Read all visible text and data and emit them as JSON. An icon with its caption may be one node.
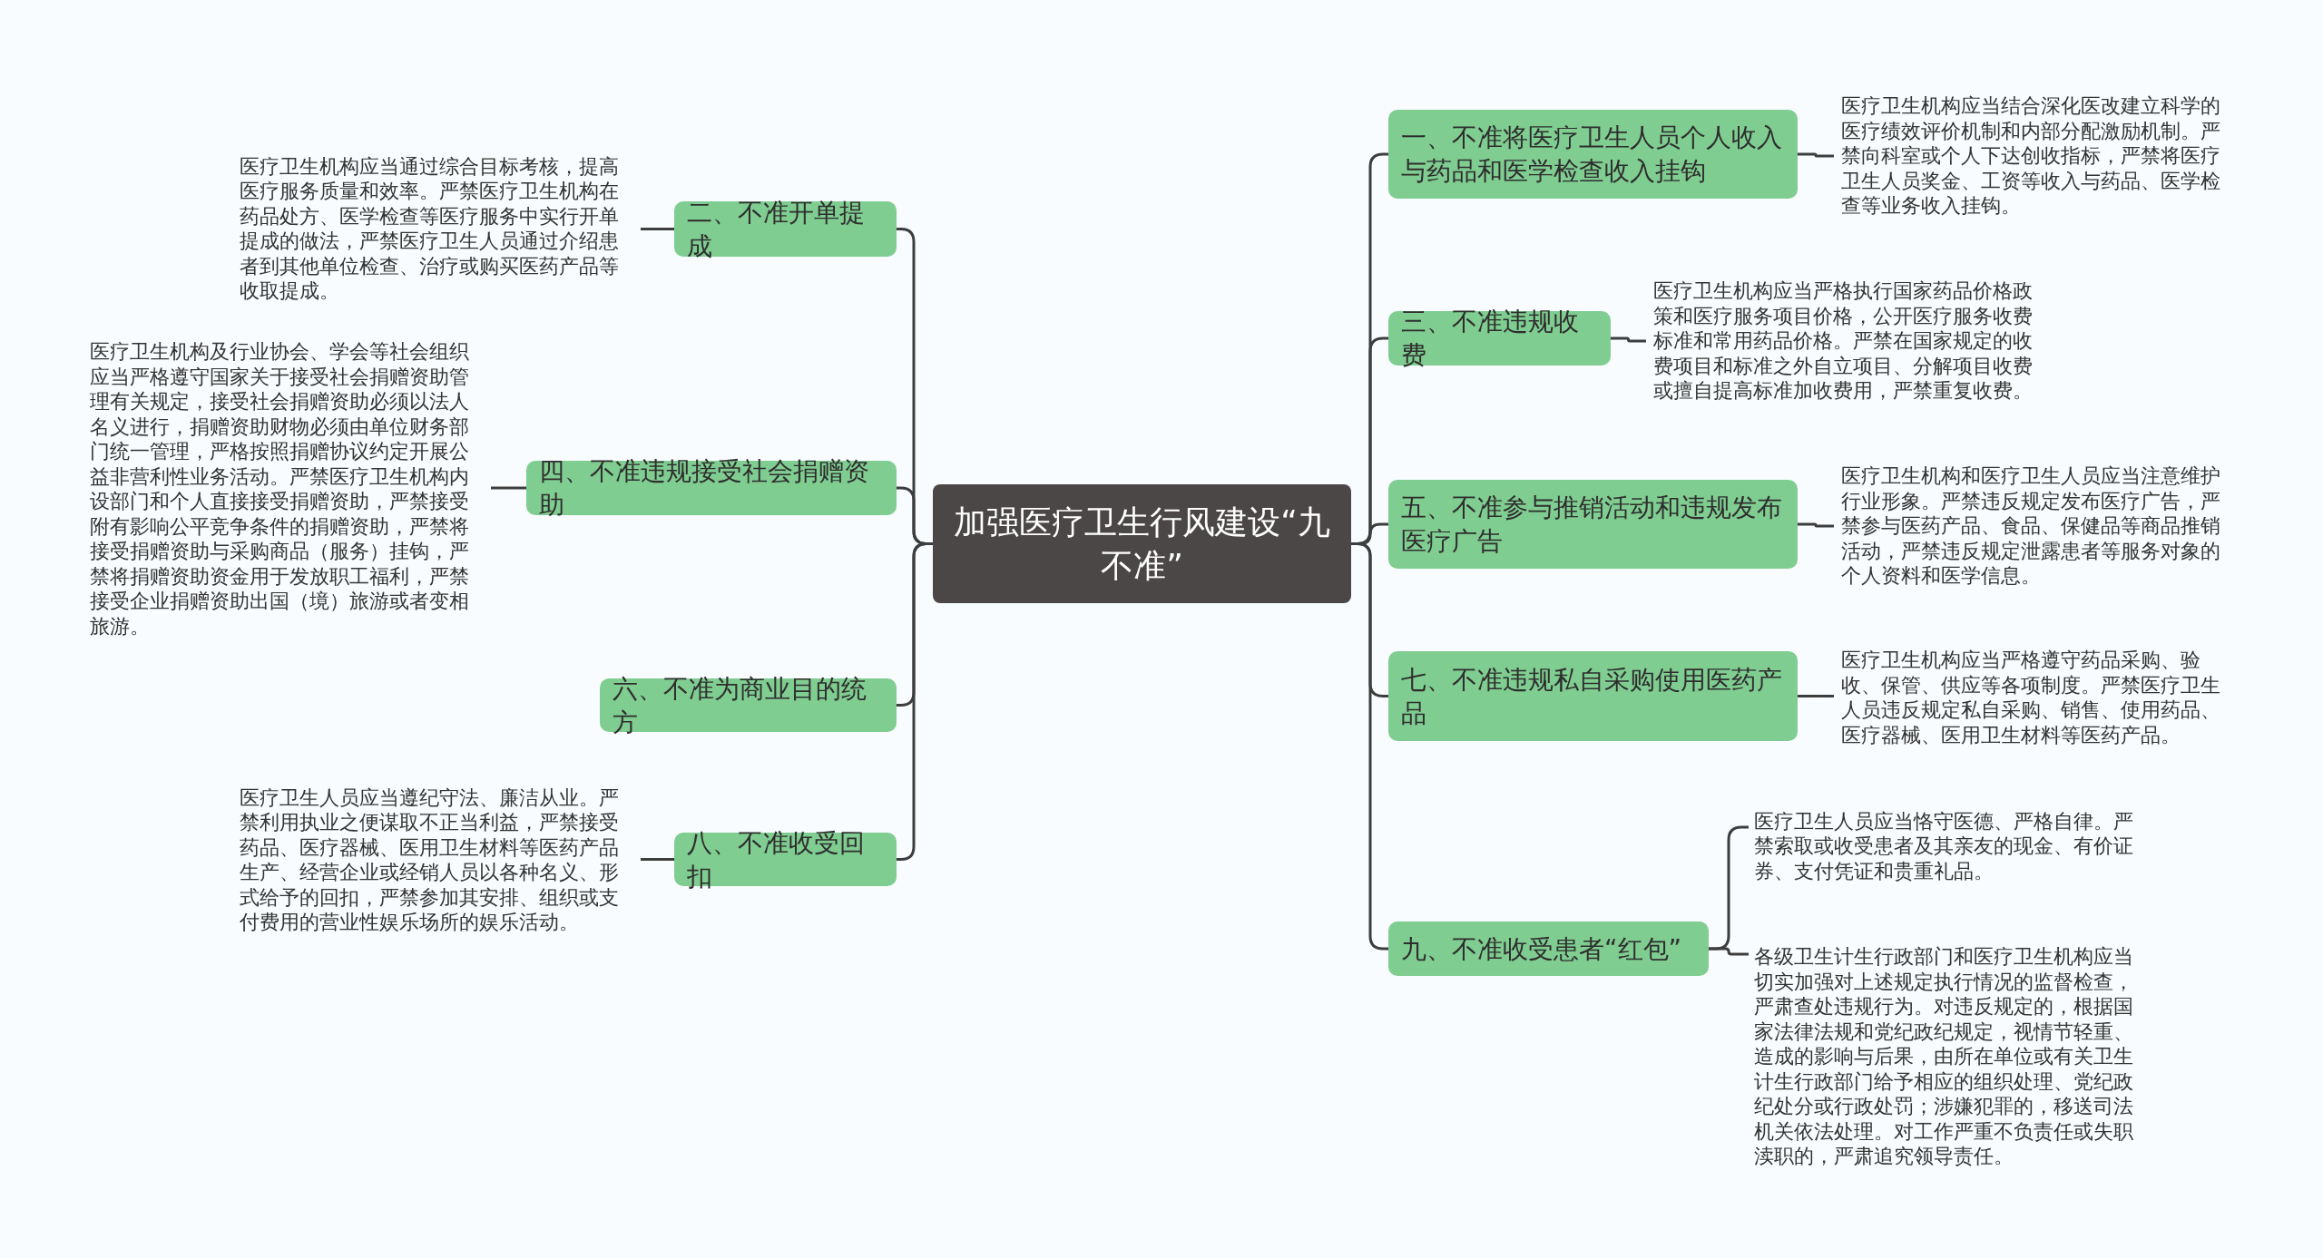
{
  "diagram": {
    "nodes": [
      {
        "text": [
          "加强医疗卫生行风建设“九不准”"
        ]
      },
      {
        "text": [
          "二、不准开单提成"
        ]
      },
      {
        "text": [
          "医疗卫生机构应当通过综合目标考核，提高医疗服务质量和效率。严禁医疗卫生机构在药品处方、医学检查等医疗服务中实行开单提成的做法，严禁医疗卫生人员通过介绍患者到其他单位检查、治疗或购买医药产品等收取提成。"
        ]
      },
      {
        "text": [
          "四、不准违规接受社会捐赠资助"
        ]
      },
      {
        "text": [
          "医疗卫生机构及行业协会、学会等社会组织应当严格遵守国家关于接受社会捐赠资助管理有关规定，接受社会捐赠资助必须以法人名义进行，捐赠资助财物必须由单位财务部门统一管理，严格按照捐赠协议约定开展公益非营利性业务活动。严禁医疗卫生机构内设部门和个人直接接受捐赠资助，严禁接受附有影响公平竞争条件的捐赠资助，严禁将接受捐赠资助与采购商品（服务）挂钩，严禁将捐赠资助资金用于发放职工福利，严禁接受企业捐赠资助出国（境）旅游或者变相旅游。"
        ]
      },
      {
        "text": [
          "六、不准为商业目的统方"
        ]
      },
      {
        "text": [
          "八、不准收受回扣"
        ]
      },
      {
        "text": [
          "医疗卫生人员应当遵纪守法、廉洁从业。严禁利用执业之便谋取不正当利益，严禁接受药品、医疗器械、医用卫生材料等医药产品生产、经营企业或经销人员以各种名义、形式给予的回扣，严禁参加其安排、组织或支付费用的营业性娱乐场所的娱乐活动。"
        ]
      },
      {
        "text": [
          "一、不准将医疗卫生人员个人收入与药品和医学检查收入挂钩"
        ]
      },
      {
        "text": [
          "医疗卫生机构应当结合深化医改建立科学的医疗绩效评价机制和内部分配激励机制。严禁向科室或个人下达创收指标，严禁将医疗卫生人员奖金、工资等收入与药品、医学检查等业务收入挂钩。"
        ]
      },
      {
        "text": [
          "三、不准违规收费"
        ]
      },
      {
        "text": [
          "医疗卫生机构应当严格执行国家药品价格政策和医疗服务项目价格，公开医疗服务收费标准和常用药品价格。严禁在国家规定的收费项目和标准之外自立项目、分解项目收费或擅自提高标准加收费用，严禁重复收费。"
        ]
      },
      {
        "text": [
          "五、不准参与推销活动和违规发布医疗广告"
        ]
      },
      {
        "text": [
          "医疗卫生机构和医疗卫生人员应当注意维护行业形象。严禁违反规定发布医疗广告，严禁参与医药产品、食品、保健品等商品推销活动，严禁违反规定泄露患者等服务对象的个人资料和医学信息。"
        ]
      },
      {
        "text": [
          "七、不准违规私自采购使用医药产品"
        ]
      },
      {
        "text": [
          "医疗卫生机构应当严格遵守药品采购、验收、保管、供应等各项制度。严禁医疗卫生人员违反规定私自采购、销售、使用药品、医疗器械、医用卫生材料等医药产品。"
        ]
      },
      {
        "text": [
          "九、不准收受患者“红包”"
        ]
      },
      {
        "text": [
          "医疗卫生人员应当恪守医德、严格自律。严禁索取或收受患者及其亲友的现金、有价证券、支付凭证和贵重礼品。"
        ]
      },
      {
        "text": [
          "各级卫生计生行政部门和医疗卫生机构应当切实加强对上述规定执行情况的监督检查，严肃查处违规行为。对违反规定的，根据国家法律法规和党纪政纪规定，视情节轻重、造成的影响与后果，由所在单位或有关卫生计生行政部门给予相应的组织处理、党纪政纪处分或行政处罚；涉嫌犯罪的，移送司法机关依法处理。对工作严重不负责任或失职渎职的，严肃追究领导责任。"
        ]
      }
    ],
    "edges": [
      {
        "from": 0,
        "to": 1,
        "arrow": "none"
      },
      {
        "from": 1,
        "to": 2,
        "arrow": "none"
      },
      {
        "from": 0,
        "to": 3,
        "arrow": "none"
      },
      {
        "from": 3,
        "to": 4,
        "arrow": "none"
      },
      {
        "from": 0,
        "to": 5,
        "arrow": "none"
      },
      {
        "from": 0,
        "to": 6,
        "arrow": "none"
      },
      {
        "from": 6,
        "to": 7,
        "arrow": "none"
      },
      {
        "from": 0,
        "to": 8,
        "arrow": "none"
      },
      {
        "from": 8,
        "to": 9,
        "arrow": "none"
      },
      {
        "from": 0,
        "to": 10,
        "arrow": "none"
      },
      {
        "from": 10,
        "to": 11,
        "arrow": "none"
      },
      {
        "from": 0,
        "to": 12,
        "arrow": "none"
      },
      {
        "from": 12,
        "to": 13,
        "arrow": "none"
      },
      {
        "from": 0,
        "to": 14,
        "arrow": "none"
      },
      {
        "from": 14,
        "to": 15,
        "arrow": "none"
      },
      {
        "from": 0,
        "to": 16,
        "arrow": "none"
      },
      {
        "from": 16,
        "to": 17,
        "arrow": "none"
      },
      {
        "from": 16,
        "to": 18,
        "arrow": "none"
      }
    ]
  }
}
